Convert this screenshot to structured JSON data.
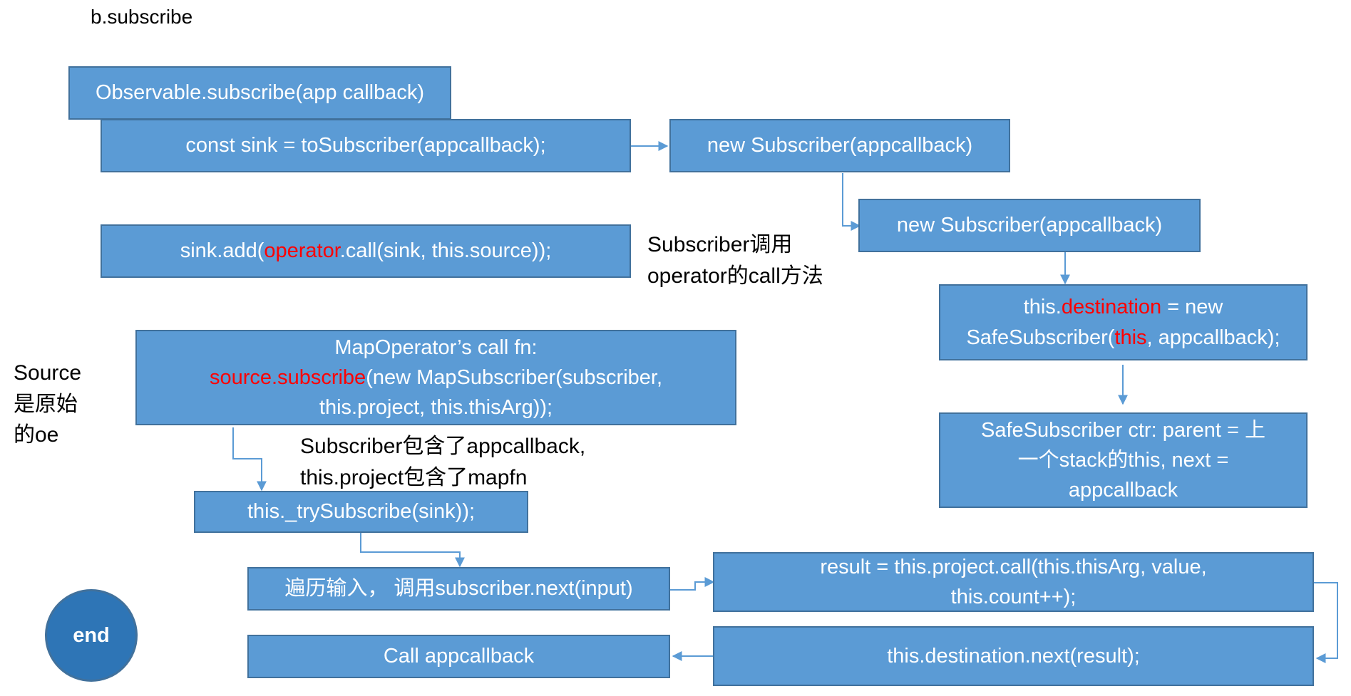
{
  "diagram_title": "b.subscribe",
  "boxes": {
    "observable_subscribe": "Observable.subscribe(app callback)",
    "const_sink": "const sink = toSubscriber(appcallback);",
    "new_subscriber_1": "new Subscriber(appcallback)",
    "new_subscriber_2": "new Subscriber(appcallback)",
    "sink_add": {
      "pre": "sink.add(",
      "red": "operator",
      "post": ".call(sink, this.source));"
    },
    "this_destination": {
      "line1_pre": "this.",
      "line1_red": "destination",
      "line1_post": " = new",
      "line2_pre": "SafeSubscriber(",
      "line2_red": "this",
      "line2_post": ", appcallback);"
    },
    "map_operator": {
      "line1": "MapOperator’s call fn:",
      "line2_red": "source.subscribe",
      "line2_post": "(new MapSubscriber(subscriber,",
      "line3": "this.project, this.thisArg));"
    },
    "safe_subscriber": {
      "line1": "SafeSubscriber ctr: parent = 上",
      "line2": "一个stack的this, next  =",
      "line3": "appcallback"
    },
    "try_subscribe": "this._trySubscribe(sink));",
    "iterate_input": "遍历输入， 调用subscriber.next(input)",
    "result": {
      "line1": "result = this.project.call(this.thisArg, value,",
      "line2": "this.count++);"
    },
    "call_appcallback": "Call appcallback",
    "destination_next": "this.destination.next(result);",
    "end": "end"
  },
  "notes": {
    "subscriber_calls": {
      "line1": "Subscriber调用",
      "line2": "operator的call方法"
    },
    "source_is": {
      "line1": "Source",
      "line2": "是原始",
      "line3": "的oe"
    },
    "subscriber_contains": {
      "line1": "Subscriber包含了appcallback,",
      "line2": "this.project包含了mapfn"
    }
  },
  "colors": {
    "box_fill": "#5b9bd5",
    "box_border": "#41719c",
    "connector": "#5b9bd5",
    "highlight": "#ff0000",
    "end_fill": "#2e75b6"
  }
}
